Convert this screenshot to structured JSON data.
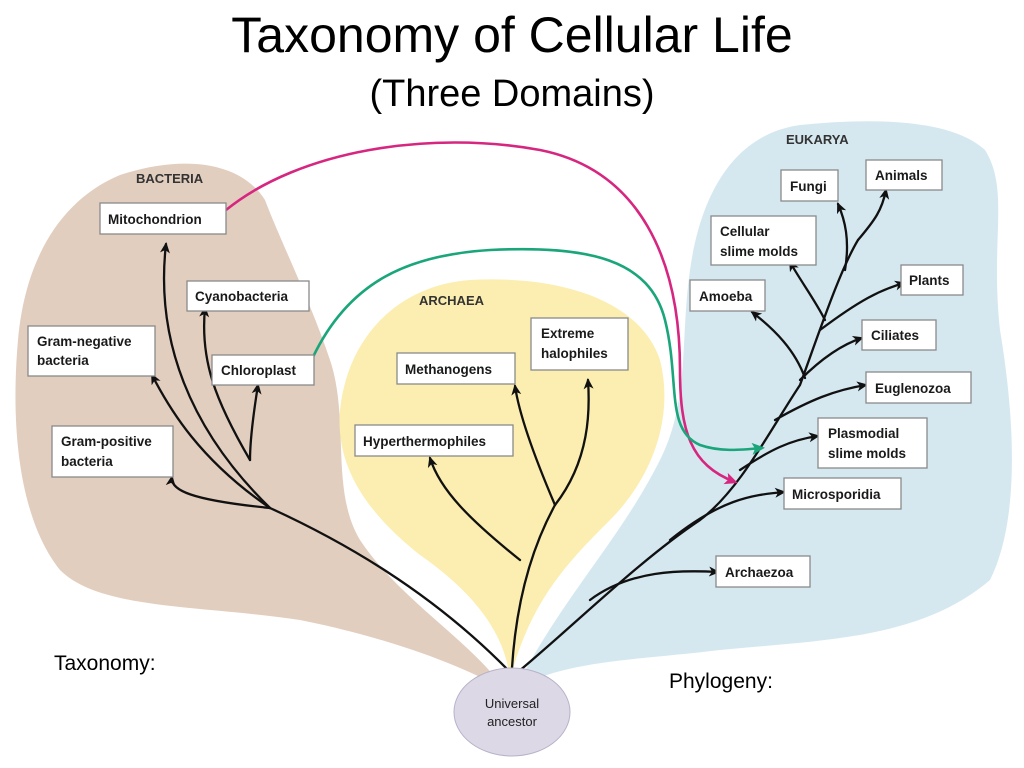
{
  "title": "Taxonomy of Cellular Life",
  "subtitle": "(Three Domains)",
  "labels": {
    "taxonomy": "Taxonomy:",
    "phylogeny": "Phylogeny:"
  },
  "root": [
    "Universal",
    "ancestor"
  ],
  "domains": {
    "bacteria": {
      "name": "BACTERIA",
      "color": "#e2cebf",
      "groups": {
        "mitochondrion": [
          "Mitochondrion"
        ],
        "cyanobacteria": [
          "Cyanobacteria"
        ],
        "chloroplast": [
          "Chloroplast"
        ],
        "gram_negative": [
          "Gram-negative",
          "bacteria"
        ],
        "gram_positive": [
          "Gram-positive",
          "bacteria"
        ]
      }
    },
    "archaea": {
      "name": "ARCHAEA",
      "color": "#fbeeb0",
      "groups": {
        "methanogens": [
          "Methanogens"
        ],
        "extreme_halophiles": [
          "Extreme",
          "halophiles"
        ],
        "hyperthermophiles": [
          "Hyperthermophiles"
        ]
      }
    },
    "eukarya": {
      "name": "EUKARYA",
      "color": "#d5e8f0",
      "groups": {
        "fungi": [
          "Fungi"
        ],
        "animals": [
          "Animals"
        ],
        "cellular_slime_molds": [
          "Cellular",
          "slime molds"
        ],
        "plants": [
          "Plants"
        ],
        "amoeba": [
          "Amoeba"
        ],
        "ciliates": [
          "Ciliates"
        ],
        "euglenozoa": [
          "Euglenozoa"
        ],
        "plasmodial_slime_molds": [
          "Plasmodial",
          "slime molds"
        ],
        "microsporidia": [
          "Microsporidia"
        ],
        "archaezoa": [
          "Archaezoa"
        ]
      }
    }
  },
  "arrow_colors": {
    "mitochondrion_path": "#d62680",
    "chloroplast_path": "#1aa57a",
    "root_fill": "#dcd8e6"
  }
}
